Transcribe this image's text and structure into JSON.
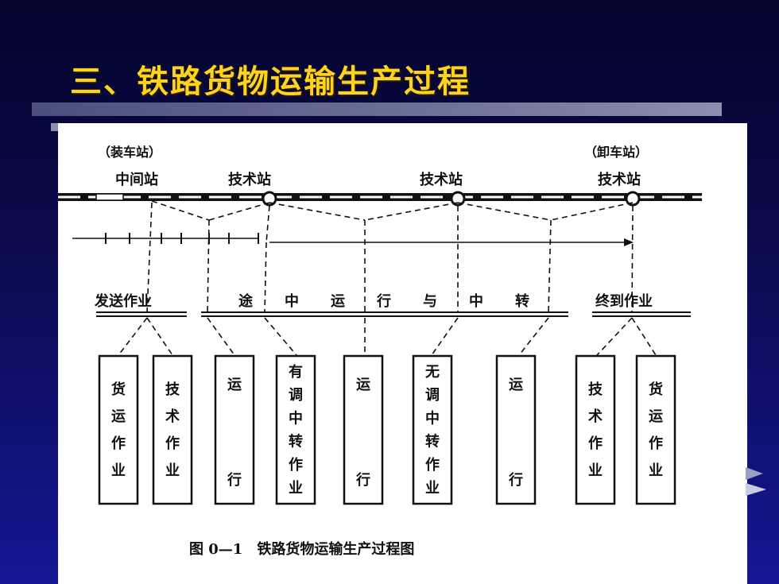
{
  "slide": {
    "title": "三、铁路货物运输生产过程"
  },
  "diagram": {
    "loading_station_label": "（装车站）",
    "unloading_station_label": "（卸车站）",
    "stations": [
      "中间站",
      "技术站",
      "技术站",
      "技术站"
    ],
    "phases": {
      "departure": "发送作业",
      "transit": [
        "途",
        "中",
        "运",
        "行",
        "与",
        "中",
        "转"
      ],
      "arrival": "终到作业"
    },
    "boxes": [
      [
        "货",
        "运",
        "作",
        "业"
      ],
      [
        "技",
        "术",
        "作",
        "业"
      ],
      [
        "运",
        "行"
      ],
      [
        "有",
        "调",
        "中",
        "转",
        "作",
        "业"
      ],
      [
        "运",
        "行"
      ],
      [
        "无",
        "调",
        "中",
        "转",
        "作",
        "业"
      ],
      [
        "运",
        "行"
      ],
      [
        "技",
        "术",
        "作",
        "业"
      ],
      [
        "货",
        "运",
        "作",
        "业"
      ]
    ],
    "caption": "图 0—1　铁路货物运输生产过程图"
  },
  "colors": {
    "title": "#ffd21e",
    "background": "#0a0a4a",
    "bar": "#6e7398",
    "panel": "#ffffff",
    "ink": "#111111"
  }
}
